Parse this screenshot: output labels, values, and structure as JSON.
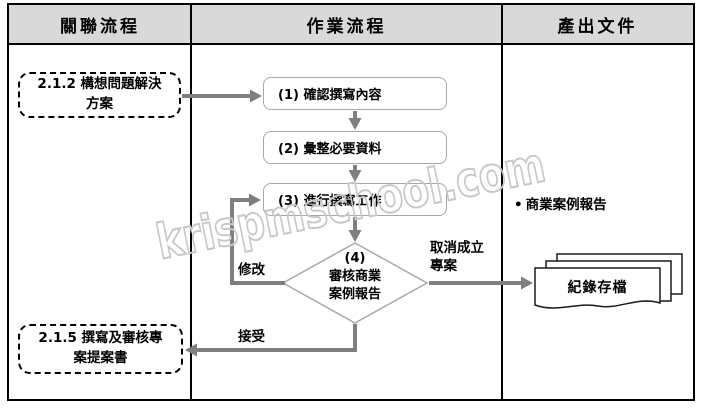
{
  "header": {
    "col1": "關聯流程",
    "col2": "作業流程",
    "col3": "產出文件"
  },
  "related": {
    "box212_line1": "2.1.2 構想問題解決",
    "box212_line2": "方案",
    "box215_line1": "2.1.5 撰寫及審核專",
    "box215_line2": "案提案書"
  },
  "process": {
    "step1": "(1) 確認撰寫內容",
    "step2": "(2) 彙整必要資料",
    "step3": "(3) 進行撰寫工作",
    "decision_line1": "(4)",
    "decision_line2": "審核商業",
    "decision_line3": "案例報告",
    "label_modify": "修改",
    "label_accept": "接受",
    "label_cancel_line1": "取消成立",
    "label_cancel_line2": "專案"
  },
  "output": {
    "bullet": "•",
    "item": "商業案例報告",
    "archive": "紀錄存檔"
  },
  "watermark": "krispmschool.com",
  "colors": {
    "arrow": "#7f7f7f",
    "process_box_border": "#a8a8a8",
    "header_background": "#d9d9d9",
    "table_border": "#000000",
    "watermark_stroke": "#c8c8c8"
  }
}
